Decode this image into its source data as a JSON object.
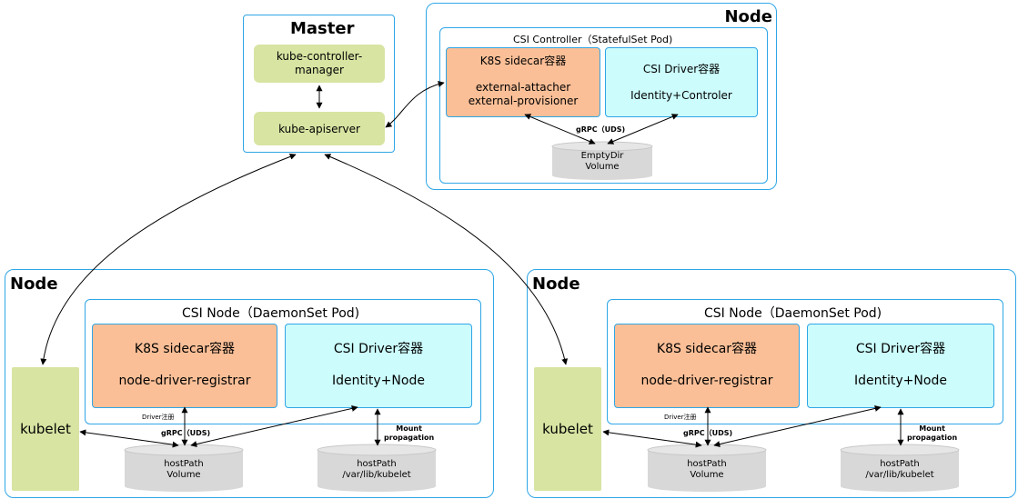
{
  "master": {
    "title": "Master",
    "controller_manager": "kube-controller-\nmanager",
    "apiserver": "kube-apiserver"
  },
  "top_node": {
    "title": "Node",
    "pod_title": "CSI Controller（StatefulSet Pod)",
    "sidecar_title": "K8S sidecar容器",
    "sidecar_body": "external-attacher\nexternal-provisioner",
    "driver_title": "CSI Driver容器",
    "driver_body": "Identity+Controler",
    "grpc": "gRPC（UDS)",
    "volume": "EmptyDir\nVolume"
  },
  "left_node": {
    "title": "Node",
    "kubelet": "kubelet",
    "pod_title": "CSI Node（DaemonSet Pod)",
    "sidecar_title": "K8S sidecar容器",
    "sidecar_body": "node-driver-registrar",
    "driver_title": "CSI Driver容器",
    "driver_body": "Identity+Node",
    "driver_reg": "Driver注册",
    "grpc": "gRPC（UDS)",
    "mount": "Mount\npropagation",
    "hostpath_volume": "hostPath\nVolume",
    "hostpath_kubelet": "hostPath\n/var/lib/kubelet"
  },
  "right_node": {
    "title": "Node",
    "kubelet": "kubelet",
    "pod_title": "CSI Node（DaemonSet Pod)",
    "sidecar_title": "K8S sidecar容器",
    "sidecar_body": "node-driver-registrar",
    "driver_title": "CSI Driver容器",
    "driver_body": "Identity+Node",
    "driver_reg": "Driver注册",
    "grpc": "gRPC（UDS)",
    "mount": "Mount\npropagation",
    "hostpath_volume": "hostPath\nVolume",
    "hostpath_kubelet": "hostPath\n/var/lib/kubelet"
  },
  "colors": {
    "frame_border": "#2fa6e6",
    "green": "#d7e4a2",
    "orange": "#fbbf97",
    "cyan": "#ccfcfc",
    "cylinder": "#d8d8d8"
  }
}
